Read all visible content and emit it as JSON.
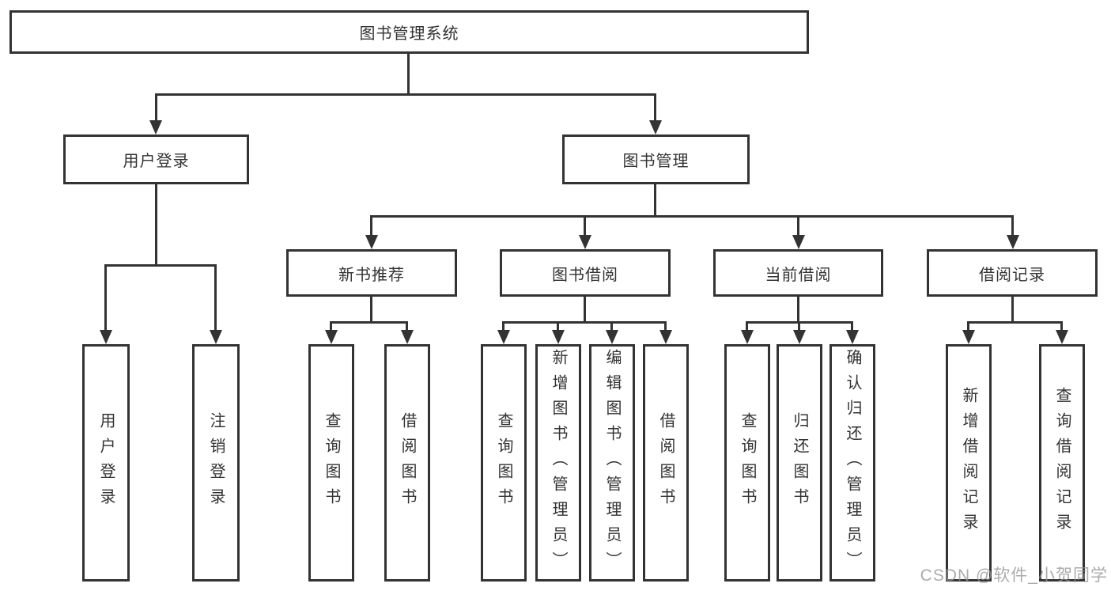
{
  "nodes": {
    "root": "图书管理系统",
    "user_login": "用户登录",
    "book_mgmt": "图书管理",
    "new_book": "新书推荐",
    "book_borrow": "图书借阅",
    "current_borrow": "当前借阅",
    "borrow_record": "借阅记录",
    "leaves": {
      "user_login": [
        "用户登录",
        "注销登录"
      ],
      "new_book": [
        "查询图书",
        "借阅图书"
      ],
      "book_borrow": [
        "查询图书",
        "新增图书（管理员）",
        "编辑图书（管理员）",
        "借阅图书"
      ],
      "current_borrow": [
        "查询图书",
        "归还图书",
        "确认归还（管理员）"
      ],
      "borrow_record": [
        "新增借阅记录",
        "查询借阅记录"
      ]
    }
  },
  "watermark": "CSDN @软件_小贺同学",
  "colors": {
    "line": "#333333",
    "background": "#ffffff",
    "watermark": "#969696"
  }
}
